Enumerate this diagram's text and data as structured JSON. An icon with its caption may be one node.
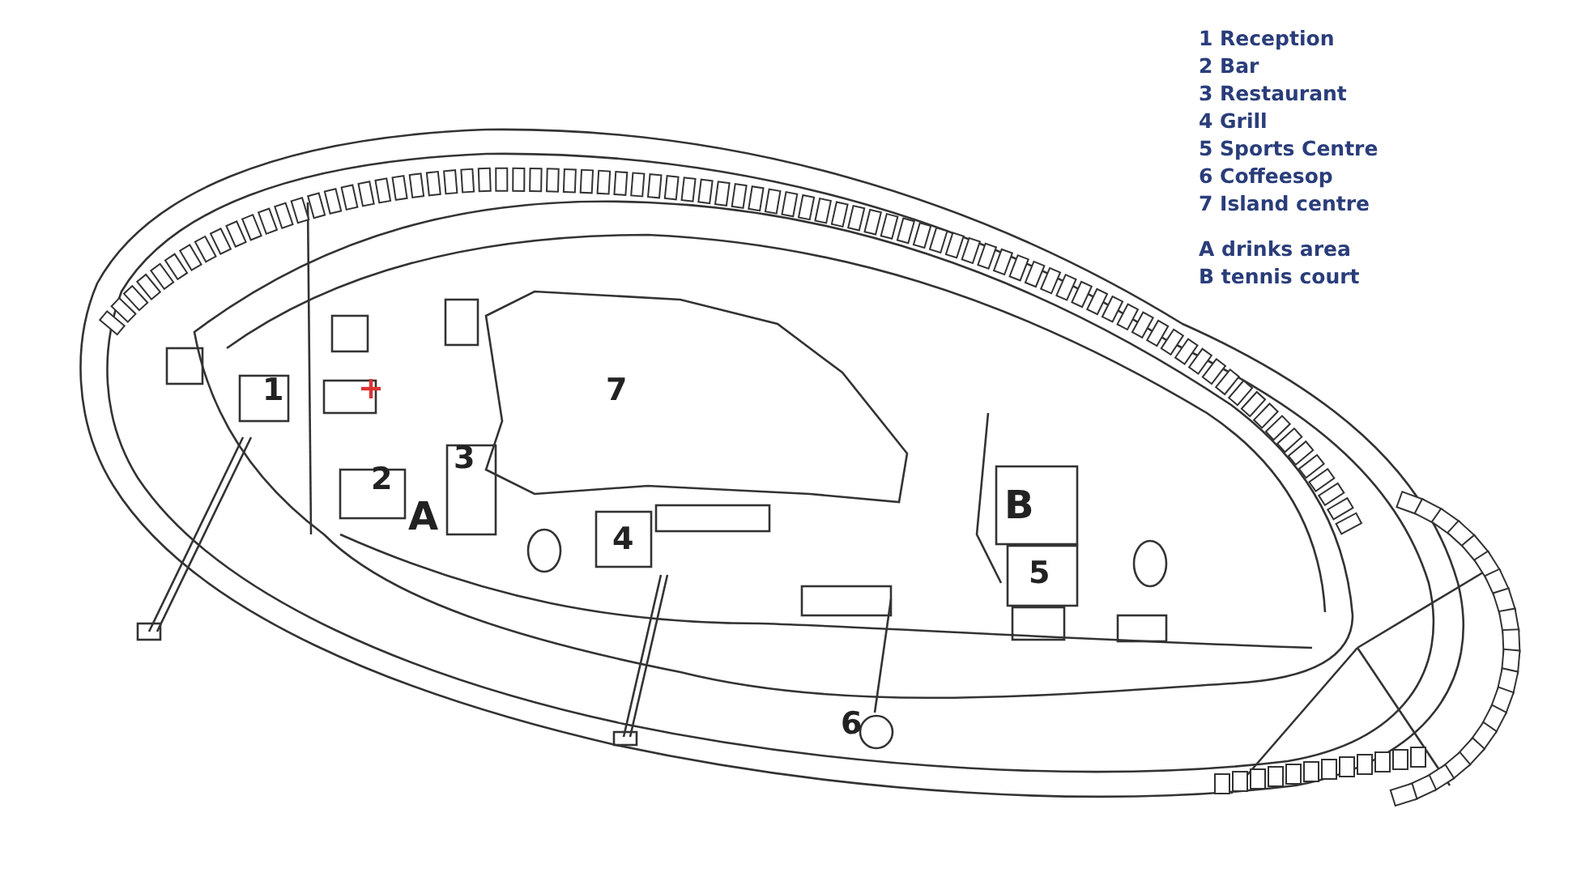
{
  "diagram": {
    "labels": [
      "1 Reception",
      "2 Bar",
      "3 Restaurant",
      "4 Grill",
      "5 Sports Centre",
      "6 Coffeesop",
      "7 Island centre",
      "A drinks area",
      "B tennis court",
      "1",
      "7",
      "3",
      "2",
      "A",
      "4",
      "B",
      "5",
      "6"
    ]
  }
}
